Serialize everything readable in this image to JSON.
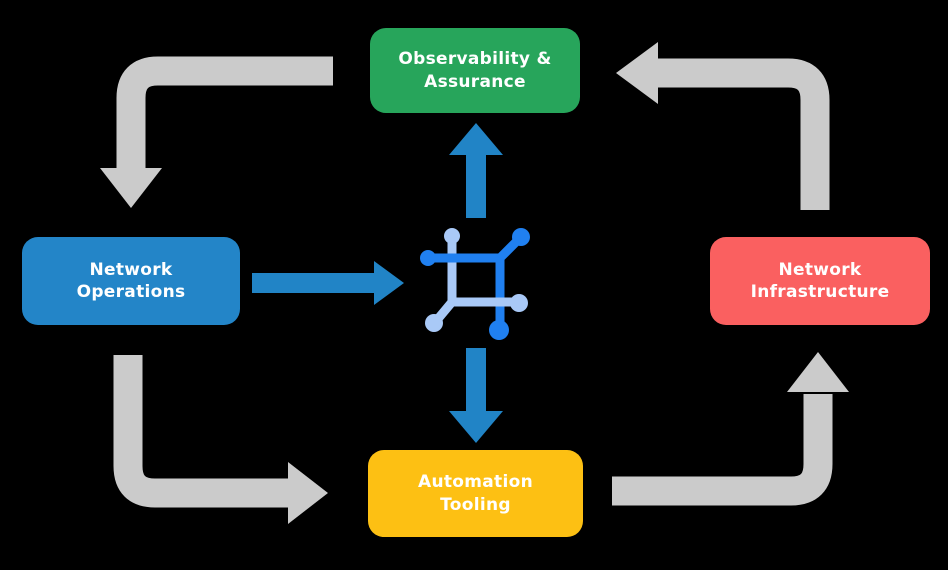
{
  "diagram": {
    "background_color": "#000000",
    "nodes": {
      "observability": {
        "label": "Observability & Assurance",
        "line1": "Observability &",
        "line2": "Assurance",
        "color": "#27A55B",
        "text_color": "#FFFFFF"
      },
      "network_operations": {
        "label": "Network Operations",
        "line1": "Network",
        "line2": "Operations",
        "color": "#2385C8",
        "text_color": "#FFFFFF"
      },
      "network_infrastructure": {
        "label": "Network Infrastructure",
        "line1": "Network",
        "line2": "Infrastructure",
        "color": "#FA6060",
        "text_color": "#FFFFFF"
      },
      "automation_tooling": {
        "label": "Automation Tooling",
        "line1": "Automation",
        "line2": "Tooling",
        "color": "#FDC013",
        "text_color": "#FFFFFF"
      }
    },
    "center_icon": {
      "name": "network-mesh-icon",
      "primary_color": "#2080F0",
      "secondary_color": "#A9C9F7"
    },
    "arrows": {
      "gray_color": "#CBCBCB",
      "blue_color": "#2184C6",
      "flows": [
        {
          "from": "Observability & Assurance",
          "to": "Network Operations",
          "style": "gray"
        },
        {
          "from": "Network Operations",
          "to": "Automation Tooling",
          "style": "gray"
        },
        {
          "from": "Automation Tooling",
          "to": "Network Infrastructure",
          "style": "gray"
        },
        {
          "from": "Network Infrastructure",
          "to": "Observability & Assurance",
          "style": "gray"
        },
        {
          "from": "Network Operations",
          "to": "center icon",
          "style": "blue"
        },
        {
          "from": "center icon",
          "to": "Observability & Assurance",
          "style": "blue"
        },
        {
          "from": "center icon",
          "to": "Automation Tooling",
          "style": "blue"
        }
      ]
    }
  }
}
